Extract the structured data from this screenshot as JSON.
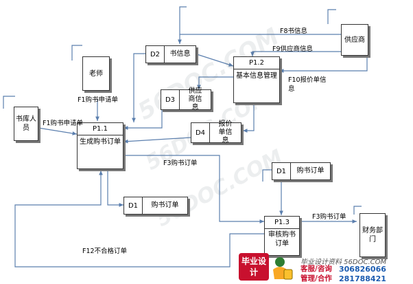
{
  "entities": {
    "teacher": "老师",
    "supplier": "供应商",
    "librarian": "书库人员",
    "finance": "财务部门"
  },
  "processes": {
    "p12": {
      "id": "P1.2",
      "name": "基本信息管理"
    },
    "p11": {
      "id": "P1.1",
      "name": "生成购书订单"
    },
    "p13": {
      "id": "P1.3",
      "name": "审核购书订单"
    }
  },
  "stores": {
    "d2_book": {
      "id": "D2",
      "name": "书信息"
    },
    "d3_supplier": {
      "id": "D3",
      "name": "供应商信息"
    },
    "d4_quote": {
      "id": "D4",
      "name": "报价单信息"
    },
    "d1_top": {
      "id": "D1",
      "name": "购书订单"
    },
    "d1_bottom": {
      "id": "D1",
      "name": "购书订单"
    }
  },
  "flows": {
    "f8": "F8书信息",
    "f9": "F9供应商信息",
    "f10": "F10报价单信息",
    "f1_teacher": "F1购书申请单",
    "f1_librarian": "F1购书申请单",
    "f3_mid": "F3购书订单",
    "f3_finance": "F3购书订单",
    "f12": "F12不合格订单"
  },
  "watermarks": [
    "56DOC.COM",
    "56DOC.COM",
    "56DOC.COM"
  ],
  "footer": {
    "badge": "毕业设计",
    "site": "毕业设计资料 56DOC.COM",
    "service_label": "客服/咨询",
    "service_number": "306826066",
    "manage_label": "管理/合作",
    "manage_number": "281788421"
  },
  "colors": {
    "line": "#5b7fae",
    "brand_red": "#c8102e",
    "brand_blue": "#1a5bb0"
  }
}
